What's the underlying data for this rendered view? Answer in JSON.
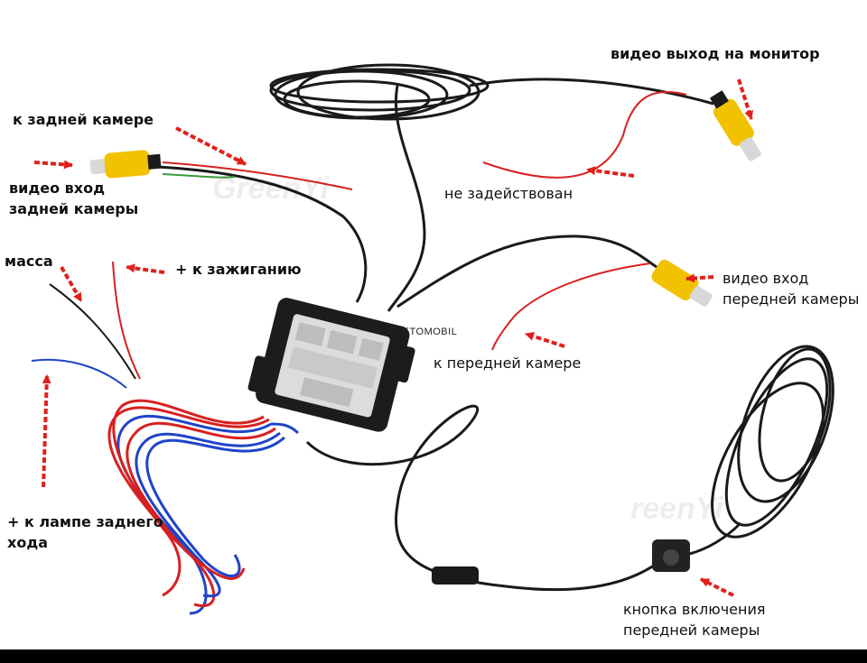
{
  "labels": {
    "video_out_monitor": "видео выход на монитор",
    "to_rear_camera": "к задней камере",
    "video_in_rear_line1": "видео вход",
    "video_in_rear_line2": "задней камеры",
    "not_used": "не задействован",
    "ground": "масса",
    "to_ignition": "+ к зажиганию",
    "video_in_front_line1": "видео вход",
    "video_in_front_line2": "передней камеры",
    "to_front_camera": "к передней камере",
    "to_reverse_lamp_line1": "+ к лампе заднего",
    "to_reverse_lamp_line2": "хода",
    "button_front_line1": "кнопка включения",
    "button_front_line2": "передней камеры"
  },
  "logo": "SVETOMOBIL",
  "watermarks": [
    "GreenYi",
    "reenYi"
  ],
  "colors": {
    "arrow": "#e0201c",
    "cable": "#1a1a1a",
    "rca_yellow": "#f2c200",
    "wire_red": "#d82020",
    "wire_blue": "#1e44c8"
  }
}
